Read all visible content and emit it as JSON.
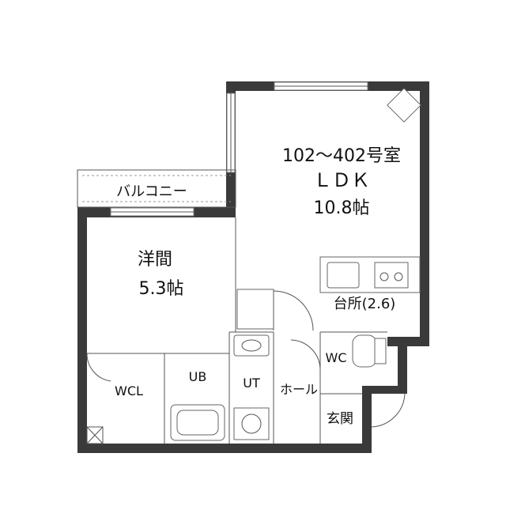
{
  "rooms": {
    "ldk": {
      "unit": "102～402号室",
      "name": "ＬＤＫ",
      "size": "10.8帖"
    },
    "western": {
      "name": "洋間",
      "size": "5.3帖"
    },
    "balcony": {
      "name": "バルコニー"
    },
    "kitchen": {
      "name": "台所(2.6)"
    },
    "wc": {
      "name": "WC"
    },
    "wcl": {
      "name": "WCL"
    },
    "ub": {
      "name": "UB"
    },
    "ut": {
      "name": "UT"
    },
    "hall": {
      "name": "ホール"
    },
    "entrance": {
      "name": "玄関"
    }
  },
  "colors": {
    "wall": "#3a3a3a",
    "line": "#555555",
    "background": "#ffffff"
  }
}
